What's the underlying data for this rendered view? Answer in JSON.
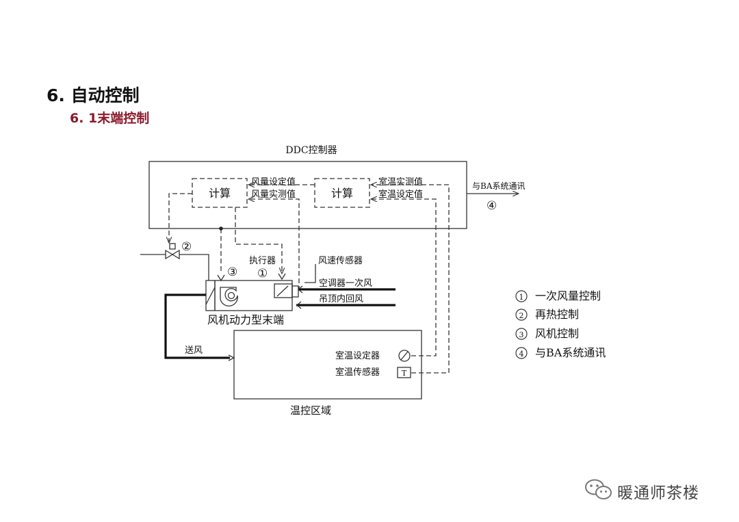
{
  "heading": "6. 自动控制",
  "subheading": "6. 1末端控制",
  "diagram": {
    "ddc_controller": "DDC控制器",
    "calc_left": "计算",
    "calc_right": "计算",
    "airflow_setpoint": "风量设定值",
    "airflow_measured": "风量实测值",
    "room_temp_measured": "室温实测值",
    "room_temp_setpoint": "室温设定值",
    "ba_comm": "与BA系统通讯",
    "marker_1": "①",
    "marker_2": "②",
    "marker_3": "③",
    "marker_4": "④",
    "actuator": "执行器",
    "airspeed_sensor": "风速传感器",
    "primary_air": "空调器一次风",
    "ceiling_return": "吊顶内回风",
    "fan_terminal": "风机动力型末端",
    "supply_air": "送风",
    "temp_zone": "温控区域",
    "room_temp_setter": "室温设定器",
    "room_temp_sensor": "室温传感器",
    "sensor_letter": "T"
  },
  "legend": [
    {
      "num": "1",
      "label": "一次风量控制"
    },
    {
      "num": "2",
      "label": "再热控制"
    },
    {
      "num": "3",
      "label": "风机控制"
    },
    {
      "num": "4",
      "label": "与BA系统通讯"
    }
  ],
  "watermark": "暖通师茶楼"
}
